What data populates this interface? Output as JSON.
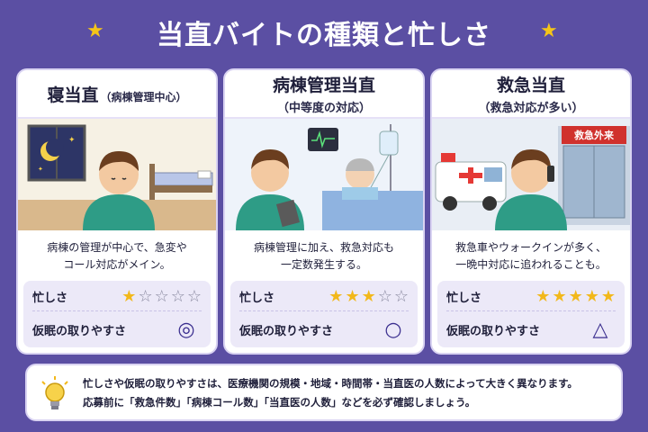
{
  "title": "当直バイトの種類と忙しさ",
  "labels": {
    "busyness": "忙しさ",
    "nap": "仮眠の取りやすさ"
  },
  "colors": {
    "background": "#5b4fa3",
    "star_on": "#f2b81b",
    "star_off": "#8a8aa0",
    "symbol": "#3b2f8f"
  },
  "cards": [
    {
      "title": "寝当直",
      "subtitle": "（病棟管理中心）",
      "desc1": "病棟の管理が中心で、急変や",
      "desc2": "コール対応がメイン。",
      "busy_rating": 1,
      "busy_max": 5,
      "nap_symbol": "◎",
      "icons": [
        "moon-icon",
        "bed-icon",
        "doctor-icon"
      ]
    },
    {
      "title": "病棟管理当直",
      "subtitle": "（中等度の対応）",
      "desc1": "病棟管理に加え、救急対応も",
      "desc2": "一定数発生する。",
      "busy_rating": 3,
      "busy_max": 5,
      "nap_symbol": "○",
      "icons": [
        "monitor-icon",
        "iv-drip-icon",
        "patient-icon",
        "doctor-icon"
      ]
    },
    {
      "title": "救急当直",
      "subtitle": "（救急対応が多い）",
      "desc1": "救急車やウォークインが多く、",
      "desc2": "一晩中対応に追われることも。",
      "busy_rating": 5,
      "busy_max": 5,
      "nap_symbol": "△",
      "sign": "救急外来",
      "icons": [
        "ambulance-icon",
        "doctor-phone-icon"
      ]
    }
  ],
  "note": {
    "line1": "忙しさや仮眠の取りやすさは、医療機関の規模・地域・時間帯・当直医の人数によって大きく異なります。",
    "line2": "応募前に「救急件数」「病棟コール数」「当直医の人数」などを必ず確認しましょう。"
  }
}
